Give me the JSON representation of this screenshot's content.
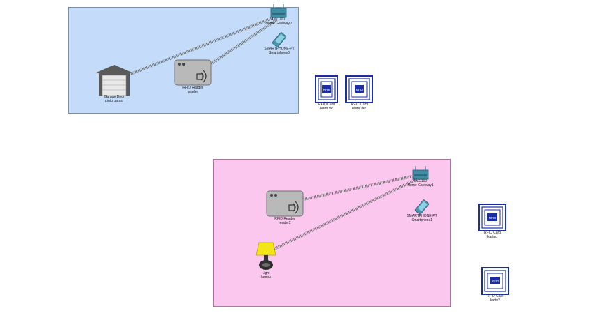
{
  "zones": [
    {
      "id": "zone1",
      "color": "#c4dcfa"
    },
    {
      "id": "zone2",
      "color": "#fbc7ef"
    }
  ],
  "devices": {
    "gateway0": {
      "type": "DLC100",
      "name": "Home Gateway0",
      "icon": "home-gateway-icon"
    },
    "phone0": {
      "type": "SMARTPHONE-PT",
      "name": "Smartphone0",
      "icon": "smartphone-icon"
    },
    "reader": {
      "type": "RFID Reader",
      "name": "reader",
      "icon": "rfid-reader-icon"
    },
    "garage": {
      "type": "Garage Door",
      "name": "pintu garasi",
      "icon": "garage-door-icon"
    },
    "card_ok": {
      "type": "RFID Card",
      "name": "kartu ok",
      "icon": "rfid-card-icon",
      "chip": "RFID"
    },
    "card_lain": {
      "type": "RFID Card",
      "name": "kartu lain",
      "icon": "rfid-card-icon",
      "chip": "RFID"
    },
    "gateway1": {
      "type": "DLC100",
      "name": "Home Gateway1",
      "icon": "home-gateway-icon"
    },
    "phone1": {
      "type": "SMARTPHONE-PT",
      "name": "Smartphone1",
      "icon": "smartphone-icon"
    },
    "reader2": {
      "type": "RFID Reader",
      "name": "reader2",
      "icon": "rfid-reader-icon"
    },
    "light": {
      "type": "Light",
      "name": "lampu",
      "icon": "lamp-icon"
    },
    "kartuu": {
      "type": "RFID Card",
      "name": "kartuu",
      "icon": "rfid-card-icon",
      "chip": "RFID"
    },
    "kartu2": {
      "type": "RFID Card",
      "name": "kartu2",
      "icon": "rfid-card-icon",
      "chip": "RFID"
    }
  }
}
